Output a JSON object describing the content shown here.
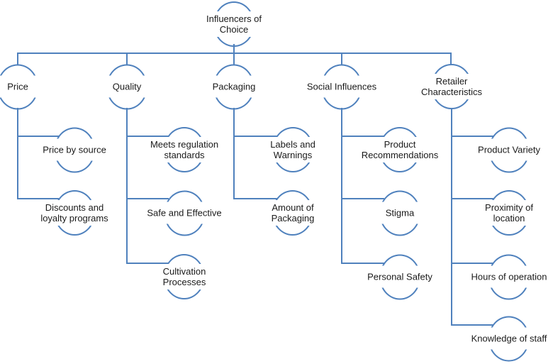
{
  "colors": {
    "line": "#4f81bd",
    "text": "#1a1a1a",
    "background": "#ffffff"
  },
  "tree": {
    "root": {
      "label": "Influencers of\nChoice"
    },
    "branches": [
      {
        "label": "Price",
        "children": [
          {
            "label": "Price by source"
          },
          {
            "label": "Discounts and\nloyalty programs"
          }
        ]
      },
      {
        "label": "Quality",
        "children": [
          {
            "label": "Meets regulation\nstandards"
          },
          {
            "label": "Safe and Effective"
          },
          {
            "label": "Cultivation\nProcesses"
          }
        ]
      },
      {
        "label": "Packaging",
        "children": [
          {
            "label": "Labels and\nWarnings"
          },
          {
            "label": "Amount of\nPackaging"
          }
        ]
      },
      {
        "label": "Social Influences",
        "children": [
          {
            "label": "Product\nRecommendations"
          },
          {
            "label": "Stigma"
          },
          {
            "label": "Personal Safety"
          }
        ]
      },
      {
        "label": "Retailer\nCharacteristics",
        "children": [
          {
            "label": "Product Variety"
          },
          {
            "label": "Proximity of\nlocation"
          },
          {
            "label": "Hours of operation"
          },
          {
            "label": "Knowledge of staff"
          }
        ]
      }
    ]
  }
}
